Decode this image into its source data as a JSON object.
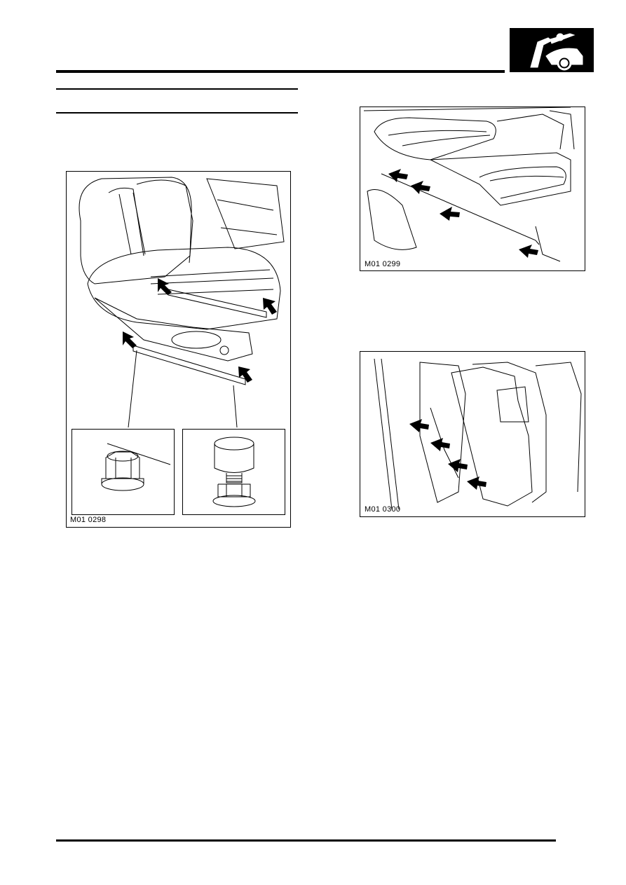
{
  "header": {
    "logo_icon": "car-hood-open-icon",
    "logo_color": "#000000"
  },
  "figures": [
    {
      "id": "fig-left",
      "caption": "M01 0298",
      "subject": "front seat with cushion fixings"
    },
    {
      "id": "fig-top-right",
      "caption": "M01 0299",
      "subject": "rear seat cushion fixings"
    },
    {
      "id": "fig-bottom-right",
      "caption": "M01 0300",
      "subject": "rear seat back fixings"
    }
  ],
  "colors": {
    "line": "#000000",
    "paper": "#ffffff"
  }
}
